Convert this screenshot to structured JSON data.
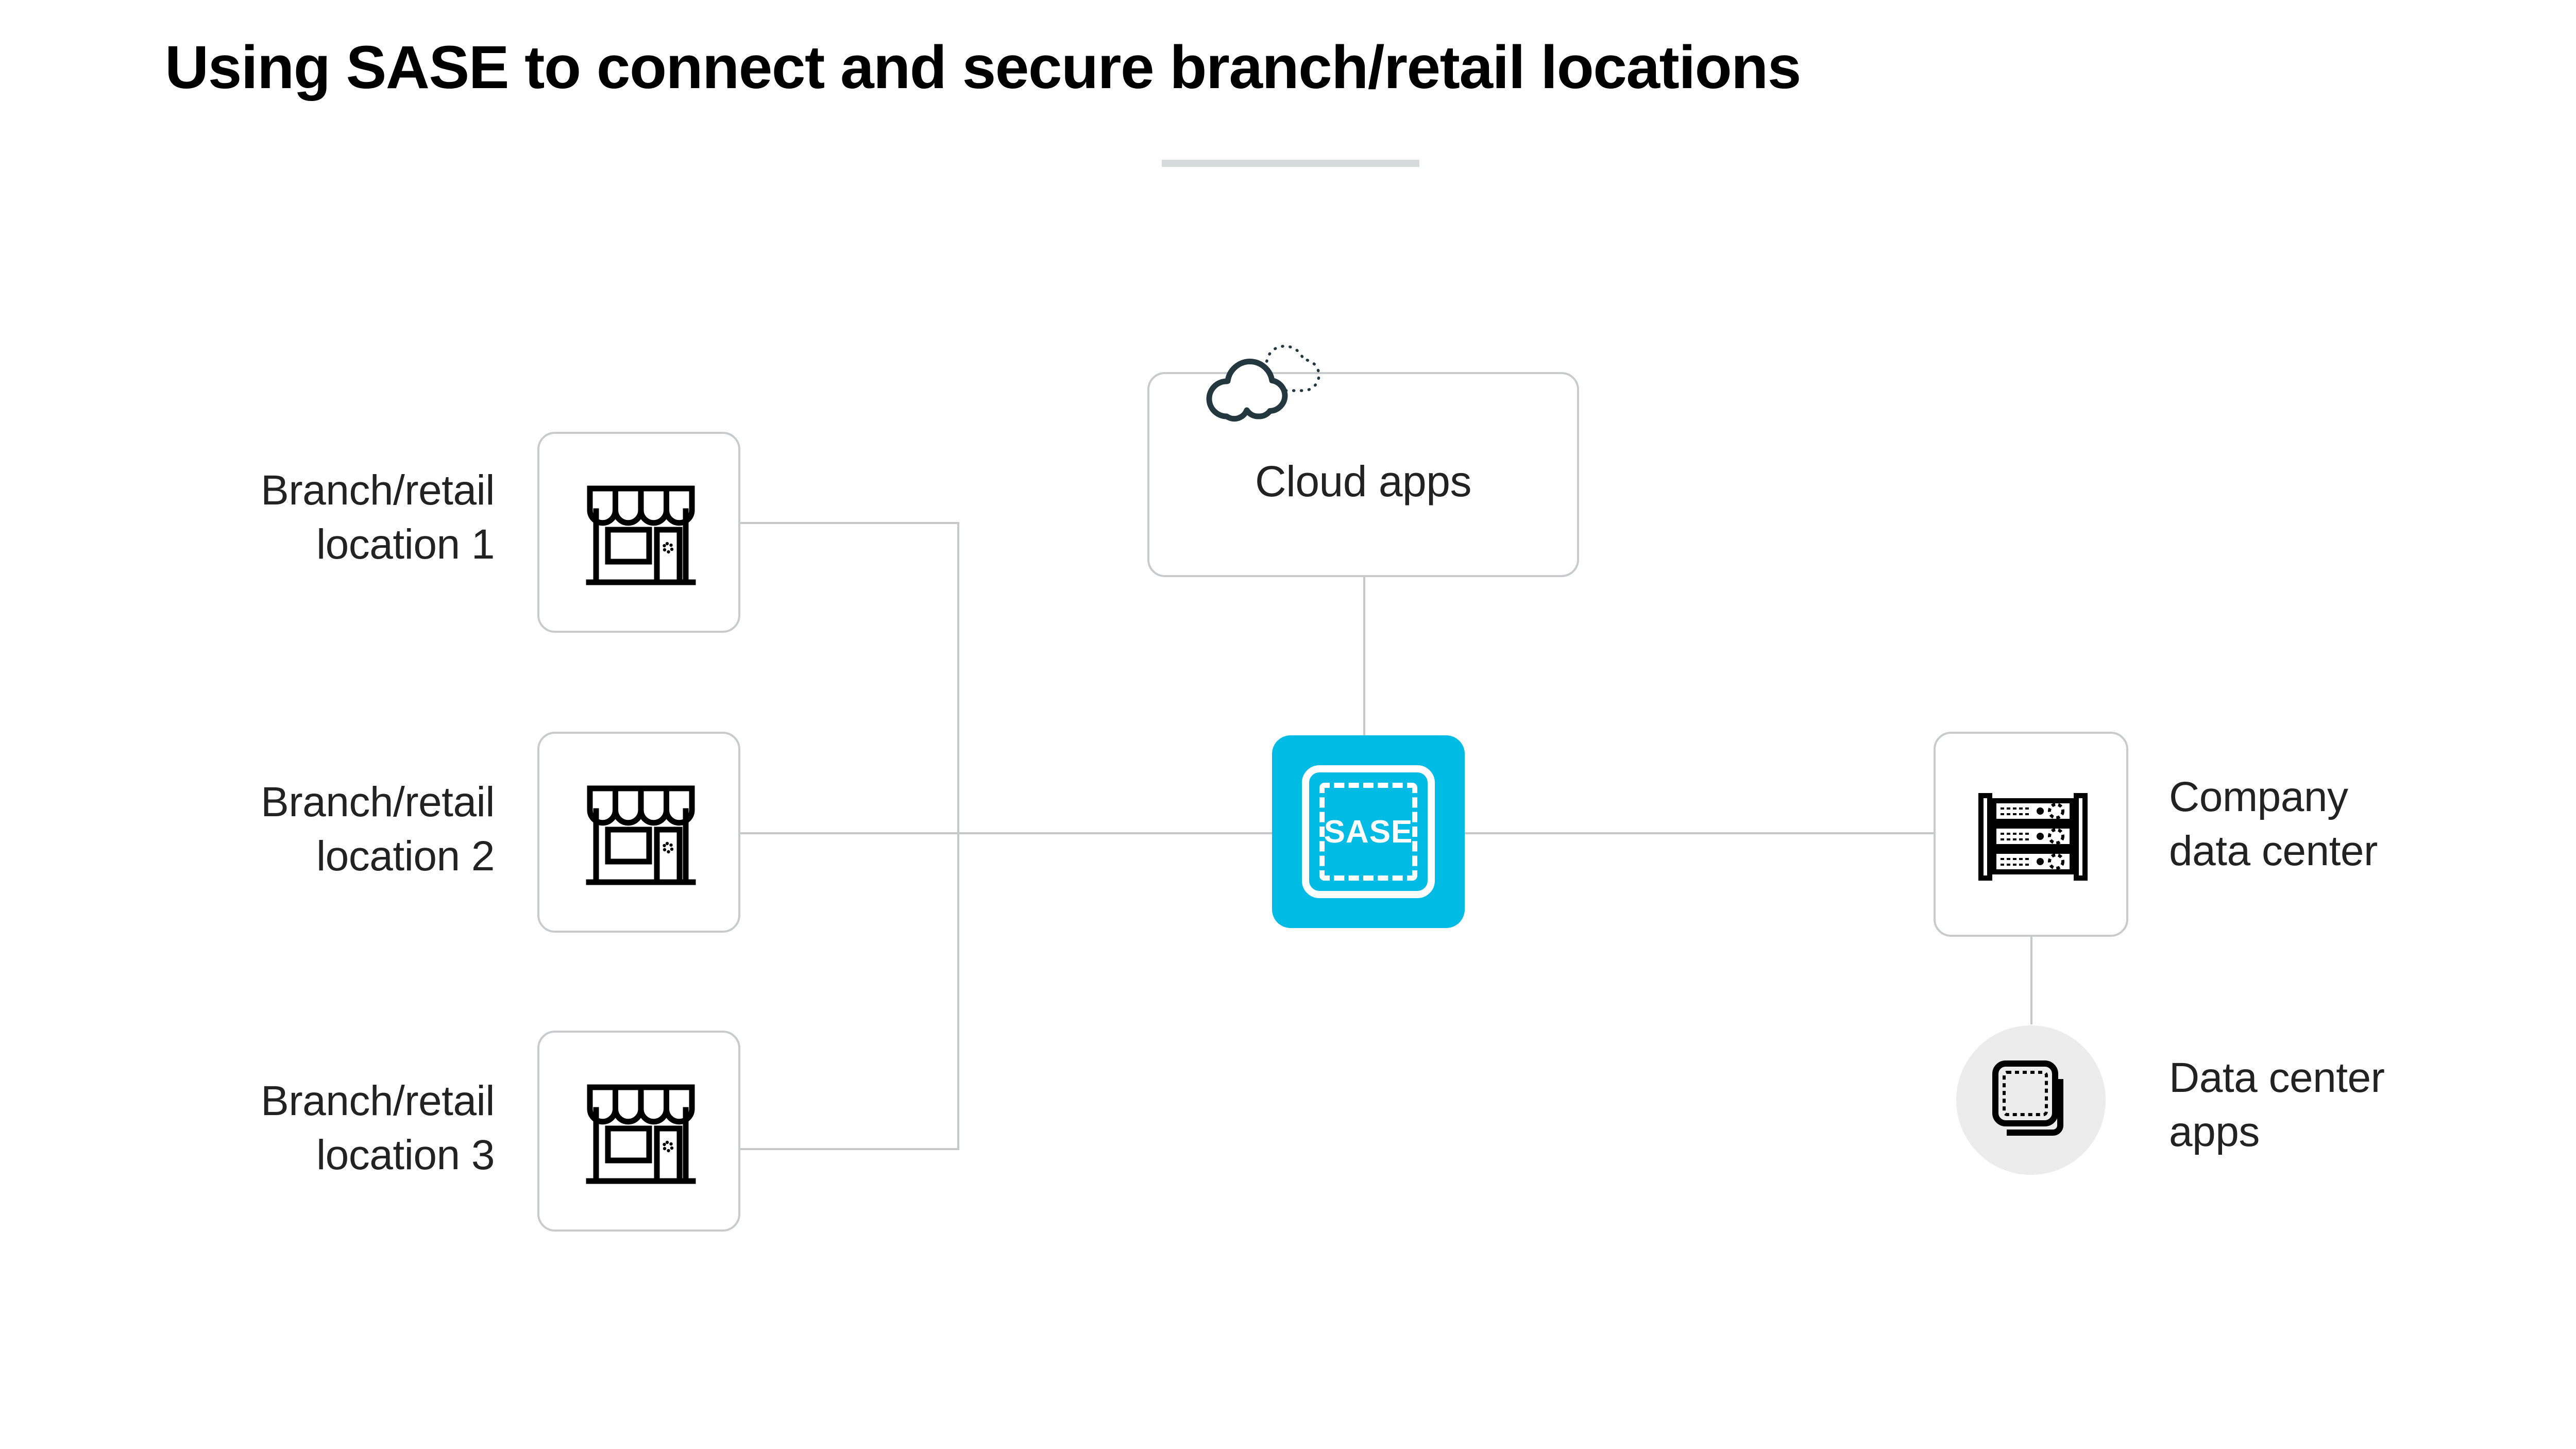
{
  "header": {
    "title": "Using SASE to connect and secure branch/retail locations",
    "rule_color": "#d6d9da"
  },
  "colors": {
    "accent": "#00bce4",
    "card_border": "#c8cacb",
    "wire": "#c6c8ca",
    "icon_dark": "#23373f",
    "icon_black": "#000000",
    "bubble_bg": "#ececec",
    "text": "#222222"
  },
  "diagram": {
    "branches": [
      {
        "label_line1": "Branch/retail",
        "label_line2": "location 1",
        "icon": "storefront-icon"
      },
      {
        "label_line1": "Branch/retail",
        "label_line2": "location 2",
        "icon": "storefront-icon"
      },
      {
        "label_line1": "Branch/retail",
        "label_line2": "location 3",
        "icon": "storefront-icon"
      }
    ],
    "cloud_apps": {
      "label": "Cloud apps",
      "icon": "cloud-icon"
    },
    "sase": {
      "label": "SASE",
      "icon": "sase-shield-icon"
    },
    "company_data_center": {
      "label_line1": "Company",
      "label_line2": "data center",
      "icon": "server-rack-icon"
    },
    "data_center_apps": {
      "label_line1": "Data center",
      "label_line2": "apps",
      "icon": "app-layers-icon"
    }
  }
}
